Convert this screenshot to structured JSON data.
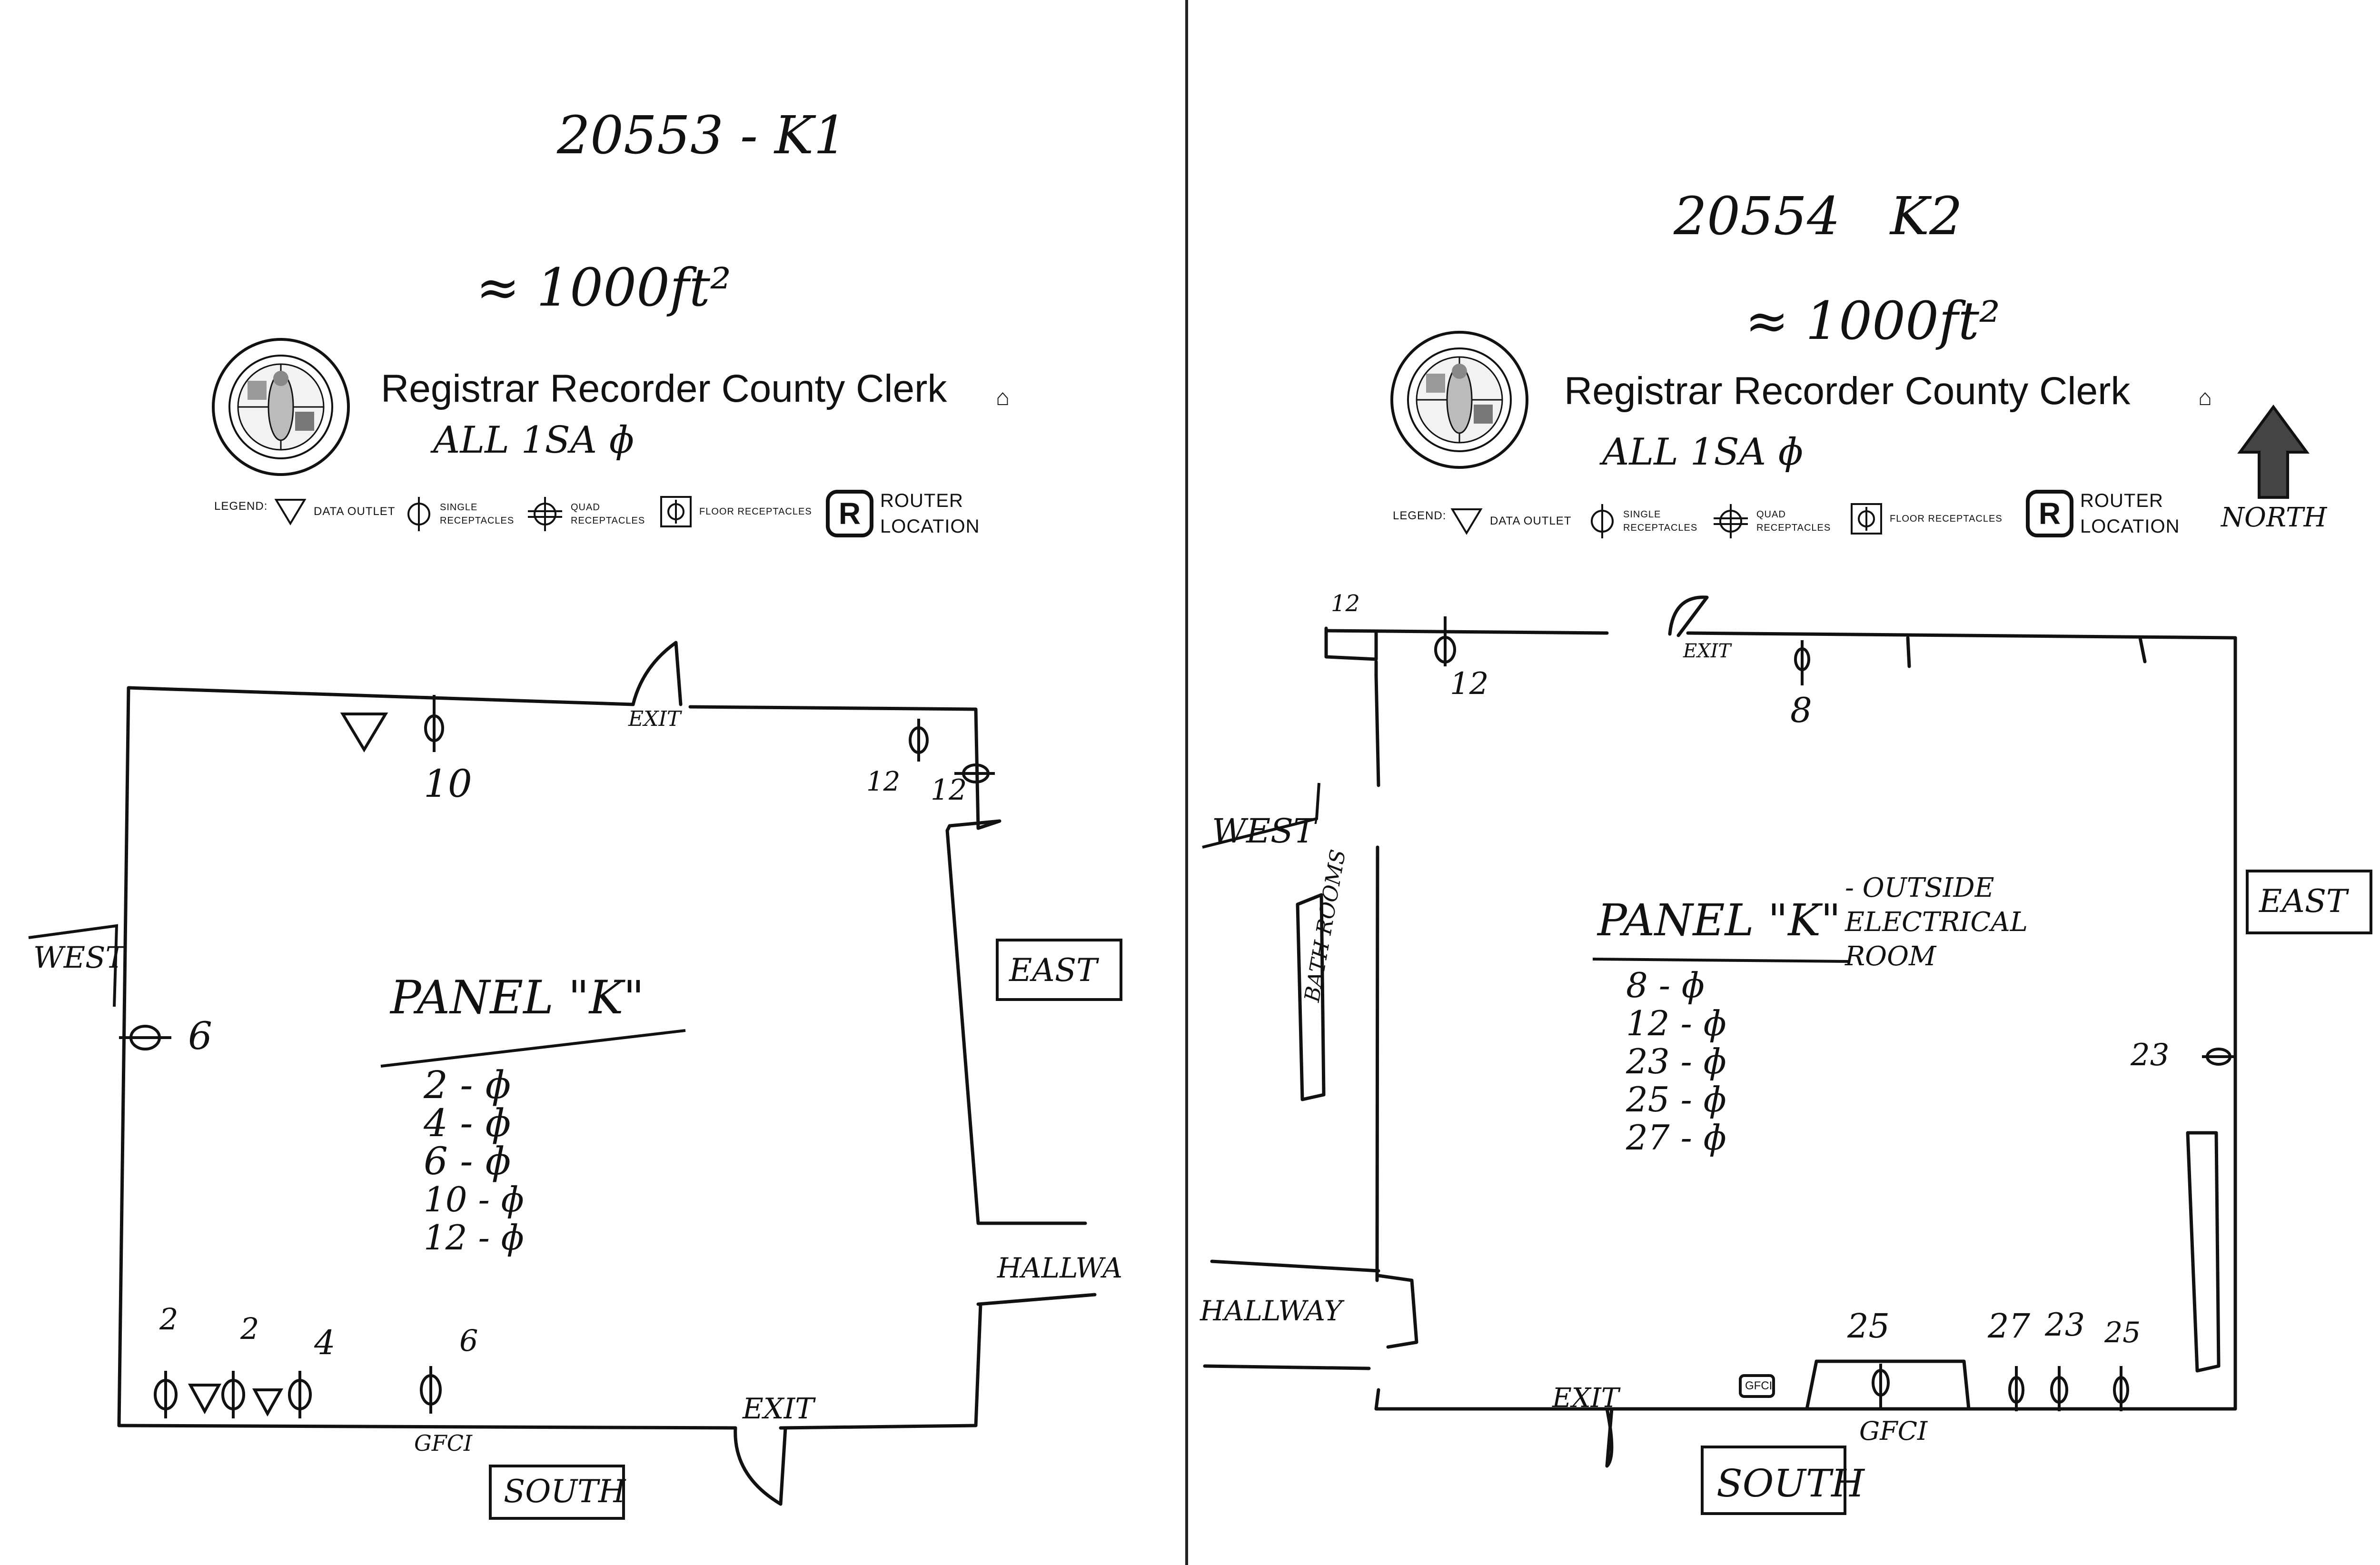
{
  "left": {
    "id_label": "20553 - K1",
    "area": "≈ 1000ft²",
    "org_name": "Registrar Recorder County Clerk",
    "phase_note": "ALL 1SA ɸ",
    "legend": {
      "title": "LEGEND:",
      "data_outlet": "DATA OUTLET",
      "single": "SINGLE RECEPTACLES",
      "quad": "QUAD RECEPTACLES",
      "floor": "FLOOR RECEPTACLES",
      "router": "ROUTER LOCATION",
      "router_letter": "R"
    },
    "walls": {
      "west": "WEST",
      "east": "EAST",
      "south": "SOUTH",
      "hallway": "HALLWA"
    },
    "exit_top": "EXIT",
    "exit_bottom": "EXIT",
    "gfci": "GFCI",
    "panel": {
      "title": "PANEL \"K\"",
      "rows": [
        "2 - ɸ",
        "4 - ɸ",
        "6 - ɸ",
        "10 - ɸ",
        "12 - ɸ"
      ]
    },
    "circuits": {
      "top_10": "10",
      "top_12a": "12",
      "top_12b": "12",
      "west_6": "6",
      "b2": "2",
      "b3": "2",
      "b4": "4",
      "b6": "6"
    }
  },
  "right": {
    "id_label": "20554   K2",
    "area": "≈ 1000ft²",
    "org_name": "Registrar Recorder County Clerk",
    "phase_note": "ALL 1SA ɸ",
    "north": "NORTH",
    "legend": {
      "title": "LEGEND:",
      "data_outlet": "DATA OUTLET",
      "single": "SINGLE RECEPTACLES",
      "quad": "QUAD RECEPTACLES",
      "floor": "FLOOR RECEPTACLES",
      "router": "ROUTER LOCATION",
      "router_letter": "R"
    },
    "walls": {
      "west": "WEST",
      "east": "EAST",
      "south": "SOUTH",
      "hallway": "HALLWAY",
      "bathrooms": "BATH ROOMS"
    },
    "exit_bottom": "EXIT",
    "gfci": "GFCI",
    "gfci_box": "GFCI",
    "exit_top": "EXIT",
    "panel": {
      "title": "PANEL \"K\"",
      "note": "- OUTSIDE ELECTRICAL ROOM",
      "rows": [
        "8 - ɸ",
        "12 - ɸ",
        "23 - ɸ",
        "25 - ɸ",
        "27 - ɸ"
      ]
    },
    "circuits": {
      "c12a": "12",
      "c12b": "12",
      "c8": "8",
      "c23e": "23",
      "c25": "25",
      "c27": "27",
      "c23b": "23",
      "c25b": "25"
    }
  }
}
